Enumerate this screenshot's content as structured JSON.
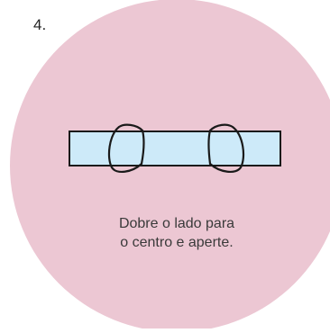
{
  "step": {
    "number": "4."
  },
  "caption": {
    "line1": "Dobre o lado para",
    "line2": "o centro e aperte."
  },
  "colors": {
    "background": "#ffffff",
    "circle_fill": "#ecc7d3",
    "strip_fill": "#cdeaf9",
    "outline": "#1a1a1a",
    "text": "#3a3a3a"
  },
  "icons": {
    "strip": "paper-strip-icon",
    "left_loop": "left-loop-icon",
    "right_loop": "right-loop-icon"
  }
}
